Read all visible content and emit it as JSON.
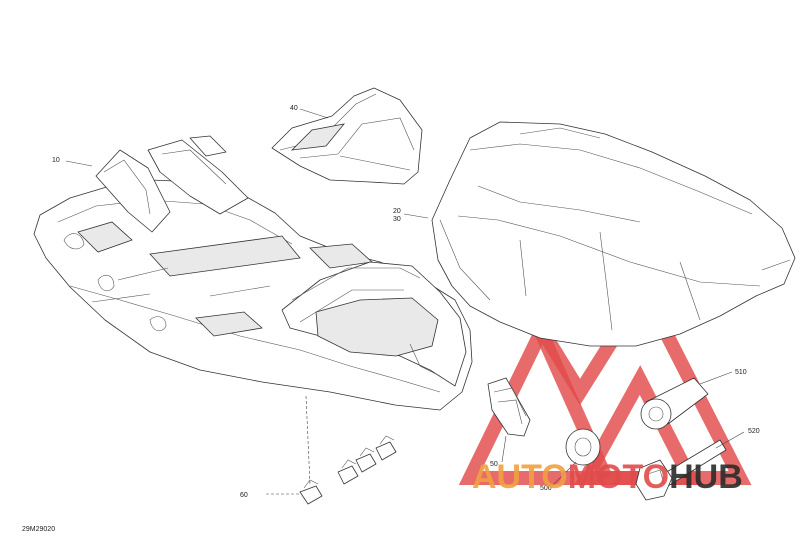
{
  "diagram": {
    "drawing_code": "29M29020",
    "callouts": {
      "c10": "10",
      "c20": "20",
      "c30": "30",
      "c40": "40",
      "c50": "50",
      "c60": "60",
      "c500": "500",
      "c510": "510",
      "c520": "520"
    }
  },
  "watermark": {
    "brand_part1": "AUTO",
    "brand_part2": "MOTO",
    "brand_part3": "HUB",
    "color_red": "#e24b4b",
    "color_orange": "#f0a040",
    "color_dark": "#2b2b2b"
  }
}
